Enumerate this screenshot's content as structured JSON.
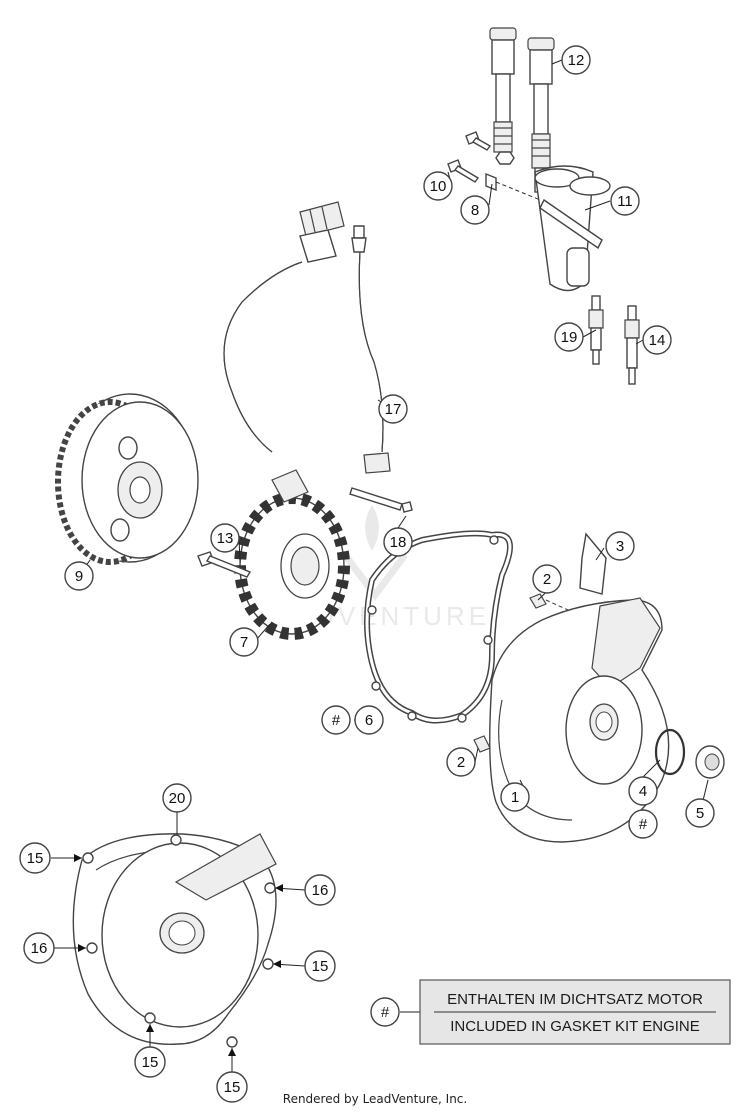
{
  "callouts": [
    {
      "id": "c1",
      "text": "1"
    },
    {
      "id": "c2a",
      "text": "2"
    },
    {
      "id": "c2b",
      "text": "2"
    },
    {
      "id": "c3",
      "text": "3"
    },
    {
      "id": "c4",
      "text": "4"
    },
    {
      "id": "c4h",
      "text": "#"
    },
    {
      "id": "c5",
      "text": "5"
    },
    {
      "id": "c6",
      "text": "6"
    },
    {
      "id": "c6h",
      "text": "#"
    },
    {
      "id": "c7",
      "text": "7"
    },
    {
      "id": "c8",
      "text": "8"
    },
    {
      "id": "c9",
      "text": "9"
    },
    {
      "id": "c10",
      "text": "10"
    },
    {
      "id": "c11",
      "text": "11"
    },
    {
      "id": "c12",
      "text": "12"
    },
    {
      "id": "c13",
      "text": "13"
    },
    {
      "id": "c14",
      "text": "14"
    },
    {
      "id": "c15a",
      "text": "15"
    },
    {
      "id": "c15b",
      "text": "15"
    },
    {
      "id": "c15c",
      "text": "15"
    },
    {
      "id": "c15d",
      "text": "15"
    },
    {
      "id": "c16a",
      "text": "16"
    },
    {
      "id": "c16b",
      "text": "16"
    },
    {
      "id": "c17",
      "text": "17"
    },
    {
      "id": "c18",
      "text": "18"
    },
    {
      "id": "c19",
      "text": "19"
    },
    {
      "id": "c20",
      "text": "20"
    }
  ],
  "legend": {
    "symbol": "#",
    "line_de": "ENTHALTEN IM DICHTSATZ MOTOR",
    "line_en": "INCLUDED IN GASKET KIT ENGINE"
  },
  "watermark": "LEADVENTURE",
  "footer": "Rendered by LeadVenture, Inc."
}
